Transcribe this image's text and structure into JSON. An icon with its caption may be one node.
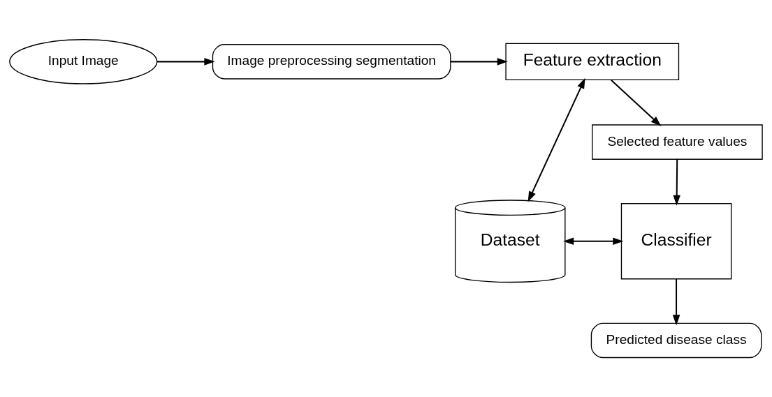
{
  "diagram": {
    "nodes": [
      {
        "text": [
          "Input Image"
        ]
      },
      {
        "text": [
          "Image preprocessing segmentation"
        ]
      },
      {
        "text": [
          "Feature extraction"
        ]
      },
      {
        "text": [
          "Selected feature values"
        ]
      },
      {
        "text": [
          "Dataset"
        ]
      },
      {
        "text": [
          "Classifier"
        ]
      },
      {
        "text": [
          "Predicted disease class"
        ]
      }
    ],
    "edges": [
      {
        "from": 0,
        "to": 1,
        "arrow": "to"
      },
      {
        "from": 1,
        "to": 2,
        "arrow": "to"
      },
      {
        "from": 2,
        "to": 3,
        "arrow": "to"
      },
      {
        "from": 4,
        "to": 2,
        "arrow": "both"
      },
      {
        "from": 3,
        "to": 5,
        "arrow": "to"
      },
      {
        "from": 4,
        "to": 5,
        "arrow": "both"
      },
      {
        "from": 5,
        "to": 6,
        "arrow": "to"
      }
    ]
  }
}
